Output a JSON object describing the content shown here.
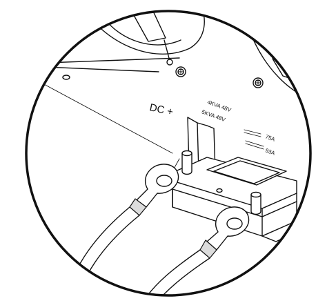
{
  "terminal": {
    "label": "DC +"
  },
  "specs": [
    {
      "rating": "4KVA 48V",
      "current": "75A"
    },
    {
      "rating": "5KVA 48V",
      "current": "93A"
    }
  ],
  "colors": {
    "line": "#111111",
    "background": "#ffffff"
  }
}
